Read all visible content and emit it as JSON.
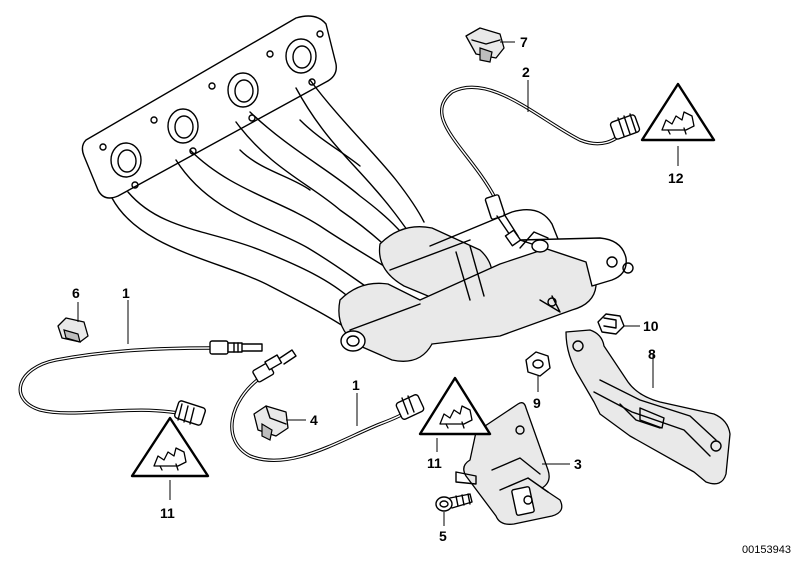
{
  "callouts": [
    {
      "label": "1"
    },
    {
      "label": "1"
    },
    {
      "label": "2"
    },
    {
      "label": "3"
    },
    {
      "label": "4"
    },
    {
      "label": "5"
    },
    {
      "label": "6"
    },
    {
      "label": "7"
    },
    {
      "label": "8"
    },
    {
      "label": "9"
    },
    {
      "label": "10"
    },
    {
      "label": "11"
    },
    {
      "label": "11"
    },
    {
      "label": "12"
    }
  ],
  "document_id": "00153943",
  "icons": [
    "exhaust-manifold-icon",
    "catalytic-converter-icon",
    "oxygen-sensor-icon",
    "warning-triangle-icon",
    "bracket-icon",
    "clip-icon",
    "bolt-icon",
    "nut-icon",
    "heat-shield-icon"
  ]
}
